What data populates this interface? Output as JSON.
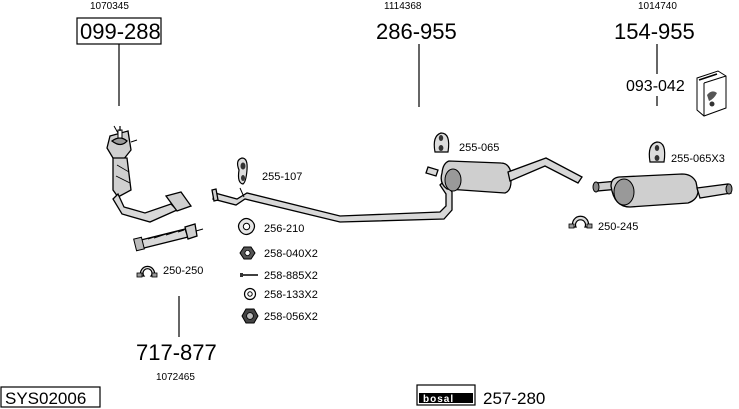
{
  "references": {
    "r1070345": "1070345",
    "r1114368": "1114368",
    "r1014740": "1014740",
    "r1072465": "1072465"
  },
  "part_numbers": {
    "catalyst": "099-288",
    "middle_silencer": "286-955",
    "rear_silencer": "154-955",
    "rear_kit": "093-042",
    "front_pipe": "717-877"
  },
  "parts": {
    "p255_065": "255-065",
    "p255_107": "255-107",
    "p256_210": "256-210",
    "p258_040": "258-040X2",
    "p258_885": "258-885X2",
    "p258_133": "258-133X2",
    "p258_056": "258-056X2",
    "p250_250": "250-250",
    "p255_065x3": "255-065X3",
    "p250_245": "250-245"
  },
  "system_code": "SYS02006",
  "brand": {
    "logo_text": "bosal",
    "part": "257-280"
  }
}
